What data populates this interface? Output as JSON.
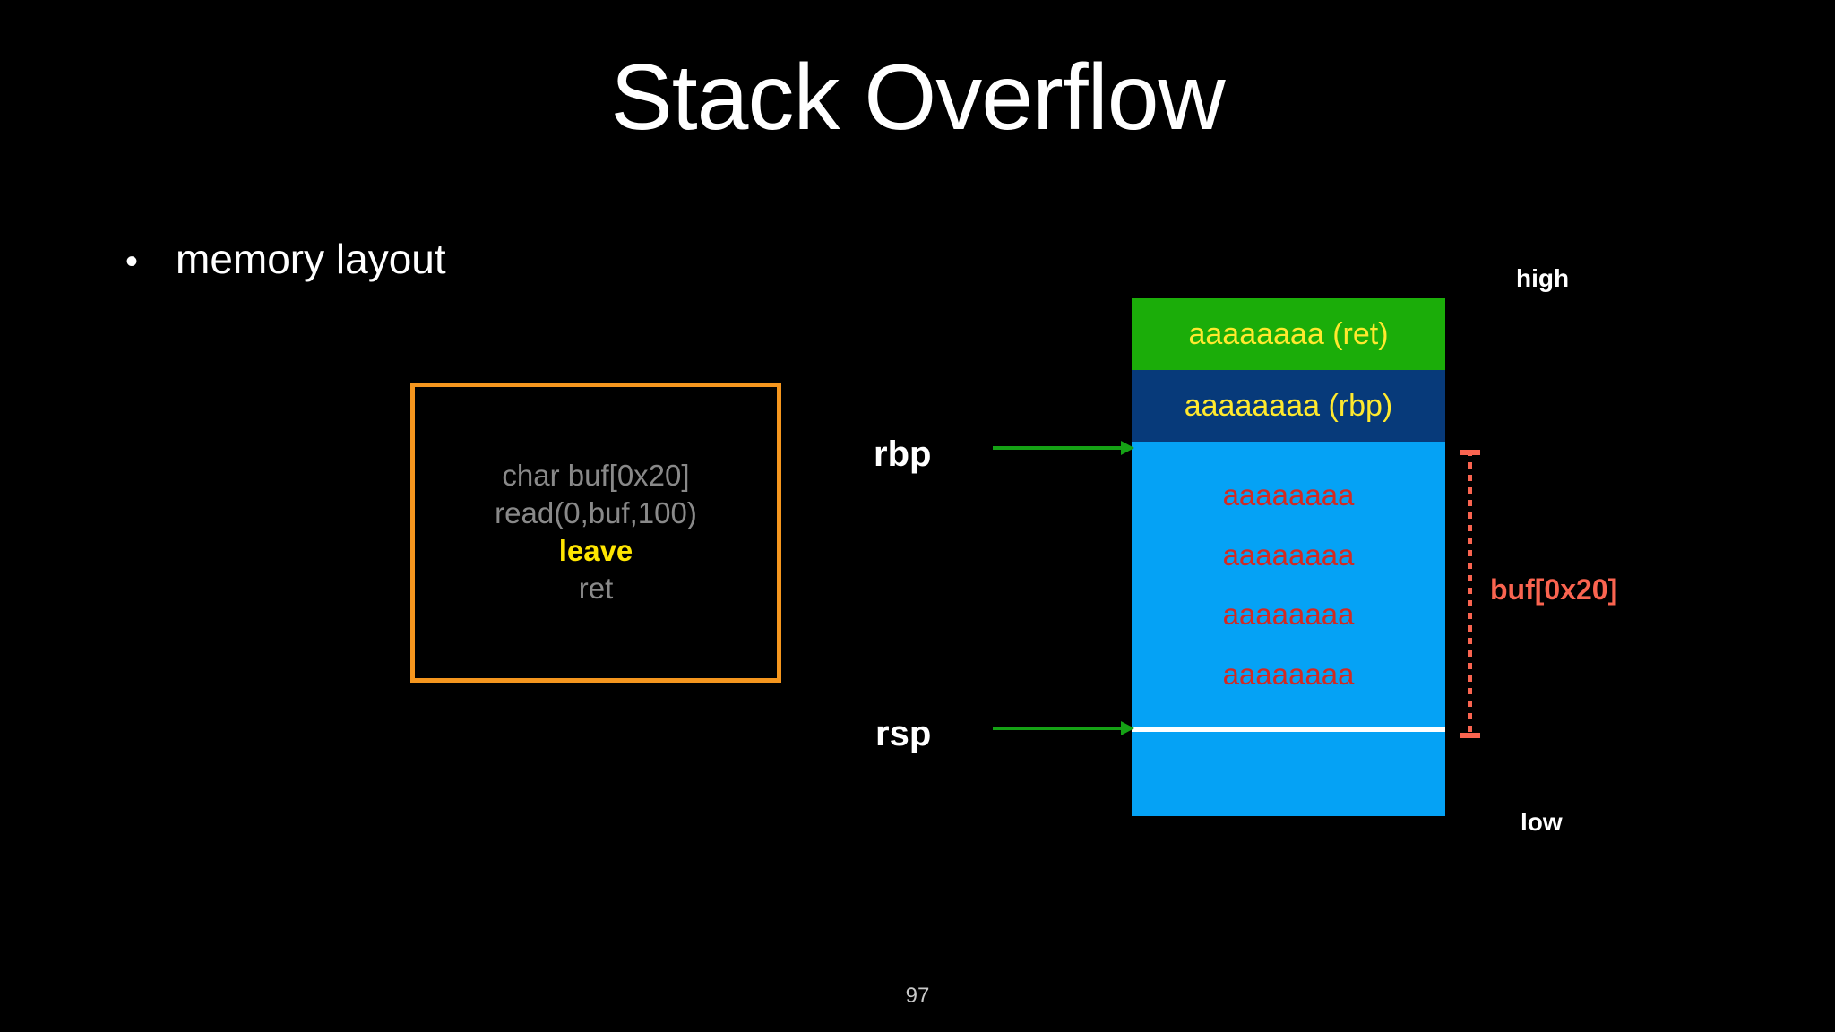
{
  "slide": {
    "title": "Stack Overflow",
    "page_number": "97",
    "background_color": "#000000"
  },
  "bullets": [
    {
      "marker": "•",
      "text": "memory layout"
    }
  ],
  "code_box": {
    "border_color": "#f5961e",
    "text_color": "#898989",
    "highlight_color": "#ffe500",
    "lines": [
      {
        "text": "char buf[0x20]",
        "highlight": false
      },
      {
        "text": "read(0,buf,100)",
        "highlight": false
      },
      {
        "text": "leave",
        "highlight": true
      },
      {
        "text": "ret",
        "highlight": false
      }
    ]
  },
  "stack_diagram": {
    "cells": [
      {
        "name": "return-address",
        "label": "aaaaaaaa (ret)",
        "fill": "#1bad09",
        "text_color": "#ffe92e"
      },
      {
        "name": "saved-rbp",
        "label": "aaaaaaaa (rbp)",
        "fill": "#073a7a",
        "text_color": "#ffe92e"
      },
      {
        "name": "buffer",
        "label": "",
        "fill": "#05a2f5",
        "text_color": "#d22a22"
      }
    ],
    "buffer_rows": [
      "aaaaaaaa",
      "aaaaaaaa",
      "aaaaaaaa",
      "aaaaaaaa"
    ],
    "registers": [
      {
        "name": "rbp",
        "label": "rbp",
        "arrow_color": "#15a215"
      },
      {
        "name": "rsp",
        "label": "rsp",
        "arrow_color": "#15a215"
      }
    ],
    "memory_direction": {
      "high": "high",
      "low": "low"
    },
    "bracket": {
      "label": "buf[0x20]",
      "color": "#fa6450",
      "style": "dotted"
    },
    "rsp_line_color": "#ffffff"
  }
}
